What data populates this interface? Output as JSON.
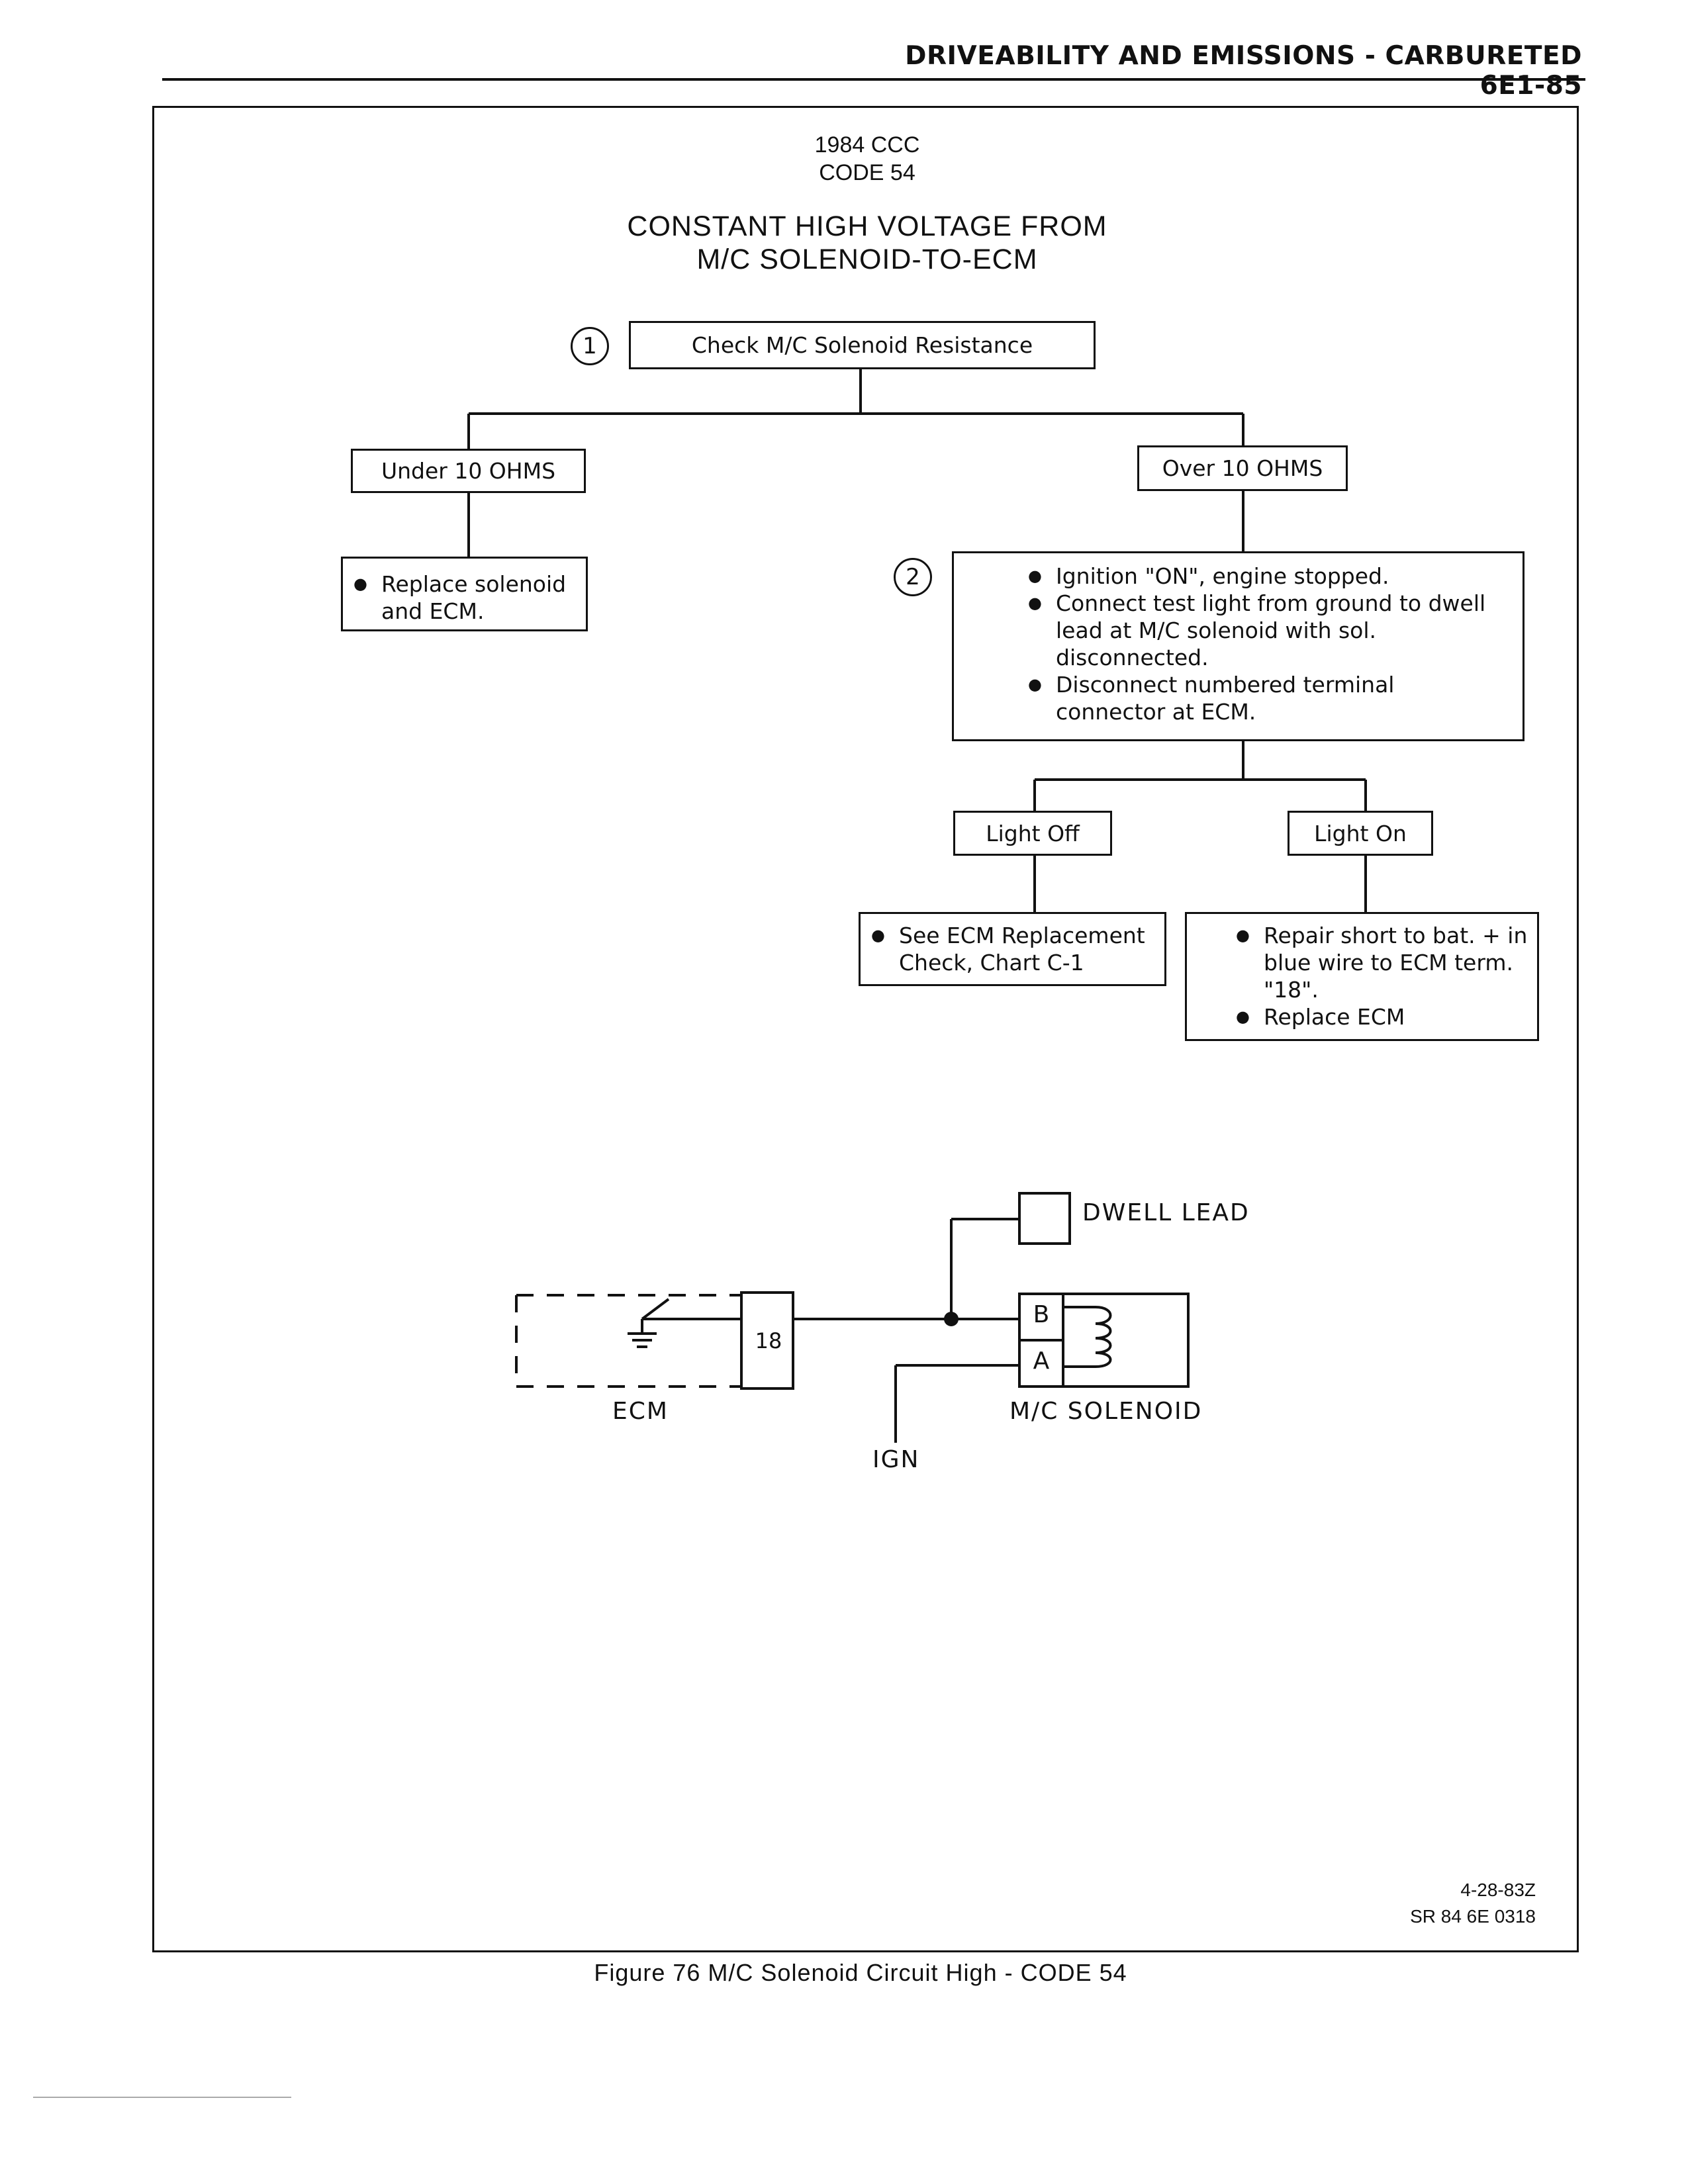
{
  "header": {
    "running_title": "DRIVEABILITY AND EMISSIONS - CARBURETED 6E1-85"
  },
  "chart": {
    "year_line": "1984 CCC",
    "code_line": "CODE 54",
    "title_line1": "CONSTANT HIGH VOLTAGE FROM",
    "title_line2": "M/C SOLENOID-TO-ECM"
  },
  "steps": [
    {
      "number": "1",
      "label": "Check M/C Solenoid Resistance"
    },
    {
      "number": "2",
      "bullets": [
        "Ignition \"ON\", engine stopped.",
        "Connect test light from ground to dwell lead at M/C solenoid with sol. disconnected.",
        "Disconnect numbered terminal connector at ECM."
      ]
    }
  ],
  "branches": {
    "under": {
      "label": "Under 10 OHMS",
      "actions": [
        "Replace solenoid and ECM."
      ]
    },
    "over": {
      "label": "Over 10 OHMS"
    },
    "light_off": {
      "label": "Light Off",
      "actions": [
        "See ECM Replacement Check, Chart C-1"
      ]
    },
    "light_on": {
      "label": "Light On",
      "actions": [
        "Repair short to bat. + in blue wire to ECM term. \"18\".",
        "Replace ECM"
      ]
    }
  },
  "wiring": {
    "dwell_lead": "DWELL LEAD",
    "ecm": "ECM",
    "terminal": "18",
    "solenoid": "M/C SOLENOID",
    "pin_b": "B",
    "pin_a": "A",
    "ign": "IGN"
  },
  "figure": {
    "id_line1": "4-28-83Z",
    "id_line2": "SR 84 6E 0318",
    "caption": "Figure 76 M/C Solenoid Circuit High - CODE 54"
  }
}
